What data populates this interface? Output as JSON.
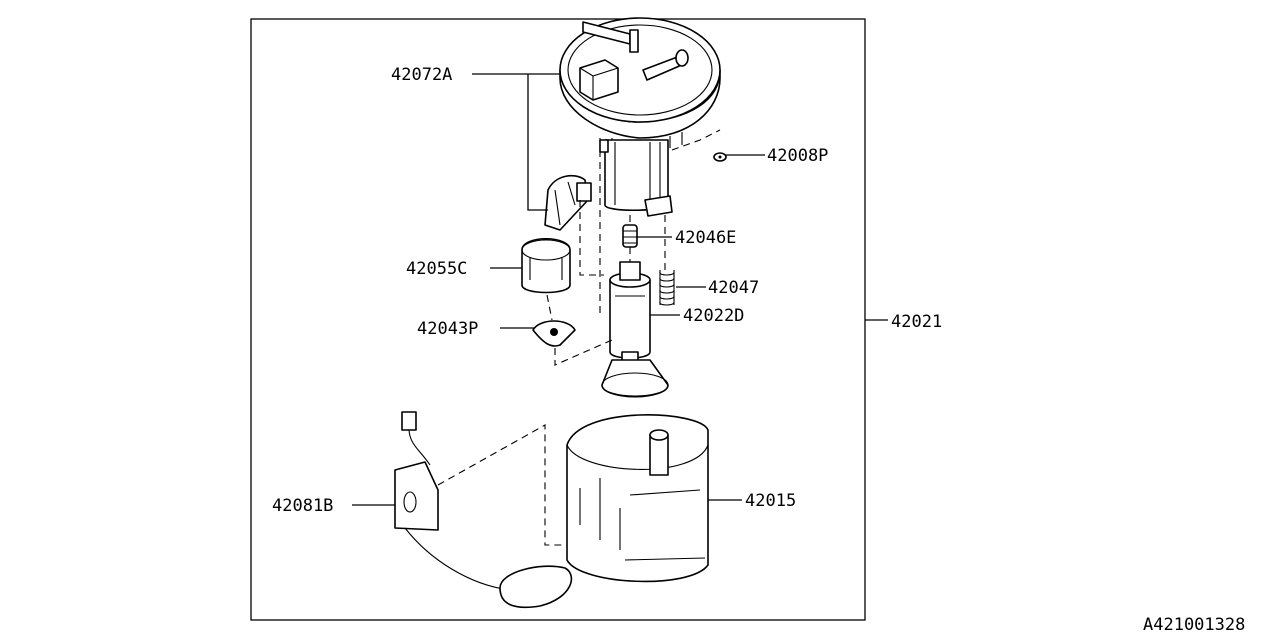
{
  "diagram": {
    "reference_code": "A421001328",
    "callouts": {
      "p42072A": "42072A",
      "p42008P": "42008P",
      "p42046E": "42046E",
      "p42055C": "42055C",
      "p42047": "42047",
      "p42022D": "42022D",
      "p42021": "42021",
      "p42043P": "42043P",
      "p42081B": "42081B",
      "p42015": "42015"
    }
  }
}
